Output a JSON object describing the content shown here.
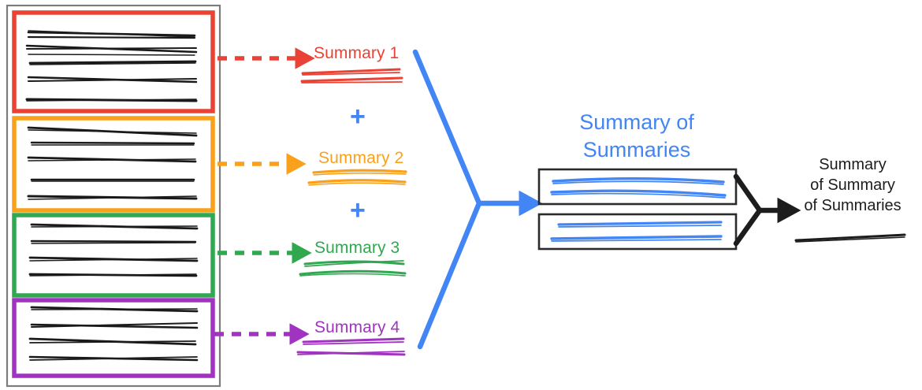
{
  "diagram": {
    "title": "Hierarchical map-reduce summarization diagram",
    "background": "#ffffff"
  },
  "colors": {
    "document_border": "#6b6b6b",
    "group_1": "#ea4335",
    "group_2": "#f9a11b",
    "group_3": "#2fa84f",
    "group_4": "#a033c0",
    "blue": "#4285f4",
    "black": "#1d1d1d",
    "text_line": "#1a1a1a"
  },
  "source_document": {
    "name": "source-document",
    "groups": [
      {
        "id": "group-1",
        "color_key": "group_1",
        "line_count": 5
      },
      {
        "id": "group-2",
        "color_key": "group_2",
        "line_count": 5
      },
      {
        "id": "group-3",
        "color_key": "group_3",
        "line_count": 4
      },
      {
        "id": "group-4",
        "color_key": "group_4",
        "line_count": 4
      }
    ]
  },
  "summaries": [
    {
      "id": "summary-1",
      "label": "Summary 1",
      "color_key": "group_1",
      "stroke_count": 2
    },
    {
      "id": "summary-2",
      "label": "Summary 2",
      "color_key": "group_2",
      "stroke_count": 2
    },
    {
      "id": "summary-3",
      "label": "Summary 3",
      "color_key": "group_3",
      "stroke_count": 2
    },
    {
      "id": "summary-4",
      "label": "Summary 4",
      "color_key": "group_4",
      "stroke_count": 2
    }
  ],
  "plus_operators": [
    {
      "id": "plus-1-2",
      "symbol": "+"
    },
    {
      "id": "plus-2-3",
      "symbol": "+"
    },
    {
      "id": "plus-3-4",
      "symbol": "+"
    }
  ],
  "summary_of_summaries": {
    "label_line_1": "Summary of",
    "label_line_2": "Summaries",
    "color_key": "blue",
    "boxes": [
      {
        "id": "sos-box-1",
        "stroke_count": 2
      },
      {
        "id": "sos-box-2",
        "stroke_count": 2
      }
    ]
  },
  "final_summary": {
    "label_line_1": "Summary",
    "label_line_2": "of Summary",
    "label_line_3": "of Summaries",
    "color_key": "black",
    "stroke_count": 1
  },
  "connectors": [
    {
      "id": "dashed-arrow-1",
      "style": "dashed",
      "color_key": "group_1"
    },
    {
      "id": "dashed-arrow-2",
      "style": "dashed",
      "color_key": "group_2"
    },
    {
      "id": "dashed-arrow-3",
      "style": "dashed",
      "color_key": "group_3"
    },
    {
      "id": "dashed-arrow-4",
      "style": "dashed",
      "color_key": "group_4"
    },
    {
      "id": "blue-funnel-arrow",
      "style": "solid",
      "color_key": "blue"
    },
    {
      "id": "black-funnel-arrow",
      "style": "solid",
      "color_key": "black"
    }
  ]
}
